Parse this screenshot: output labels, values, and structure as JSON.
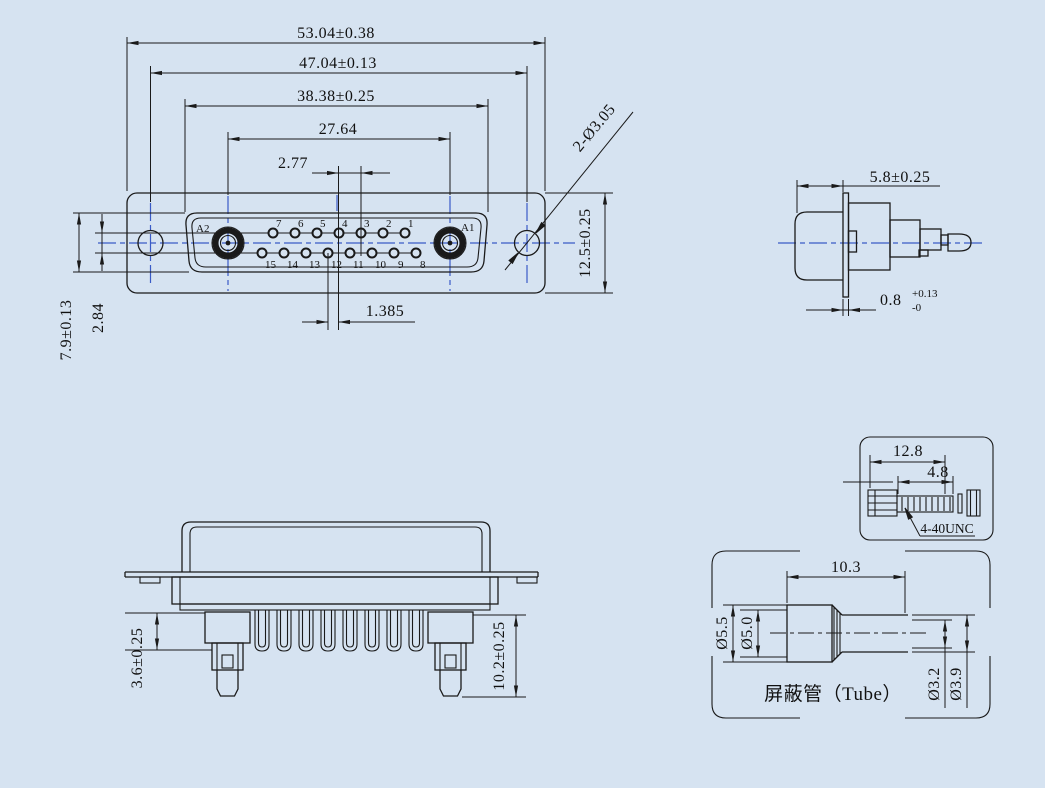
{
  "colors": {
    "background": "#d6e3f1",
    "line": "#1a1a1a",
    "centerline": "#3a5bc7"
  },
  "front": {
    "dim_53": "53.04±0.38",
    "dim_47": "47.04±0.13",
    "dim_38": "38.38±0.25",
    "dim_27": "27.64",
    "dim_2_77": "2.77",
    "dim_1_385": "1.385",
    "dim_7_9": "7.9±0.13",
    "dim_2_84": "2.84",
    "dim_12_5": "12.5±0.25",
    "dim_holes": "2-Ø3.05",
    "label_a2": "A2",
    "label_a1": "A1",
    "pins_top": [
      "7",
      "6",
      "5",
      "4",
      "3",
      "2",
      "1"
    ],
    "pins_bottom": [
      "15",
      "14",
      "13",
      "12",
      "11",
      "10",
      "9",
      "8"
    ]
  },
  "side": {
    "dim_5_8": "5.8±0.25",
    "dim_0_8_base": "0.8",
    "dim_0_8_upper": "+0.13",
    "dim_0_8_lower": "-0"
  },
  "bottom": {
    "dim_3_6": "3.6±0.25",
    "dim_10_2": "10.2±0.25"
  },
  "screw": {
    "dim_12_8": "12.8",
    "dim_4_8": "4.8",
    "thread_label": "4-40UNC"
  },
  "tube": {
    "dim_10_3": "10.3",
    "dim_5_5": "Ø5.5",
    "dim_5_0": "Ø5.0",
    "dim_3_2": "Ø3.2",
    "dim_3_9": "Ø3.9",
    "label": "屏蔽管（Tube）"
  }
}
